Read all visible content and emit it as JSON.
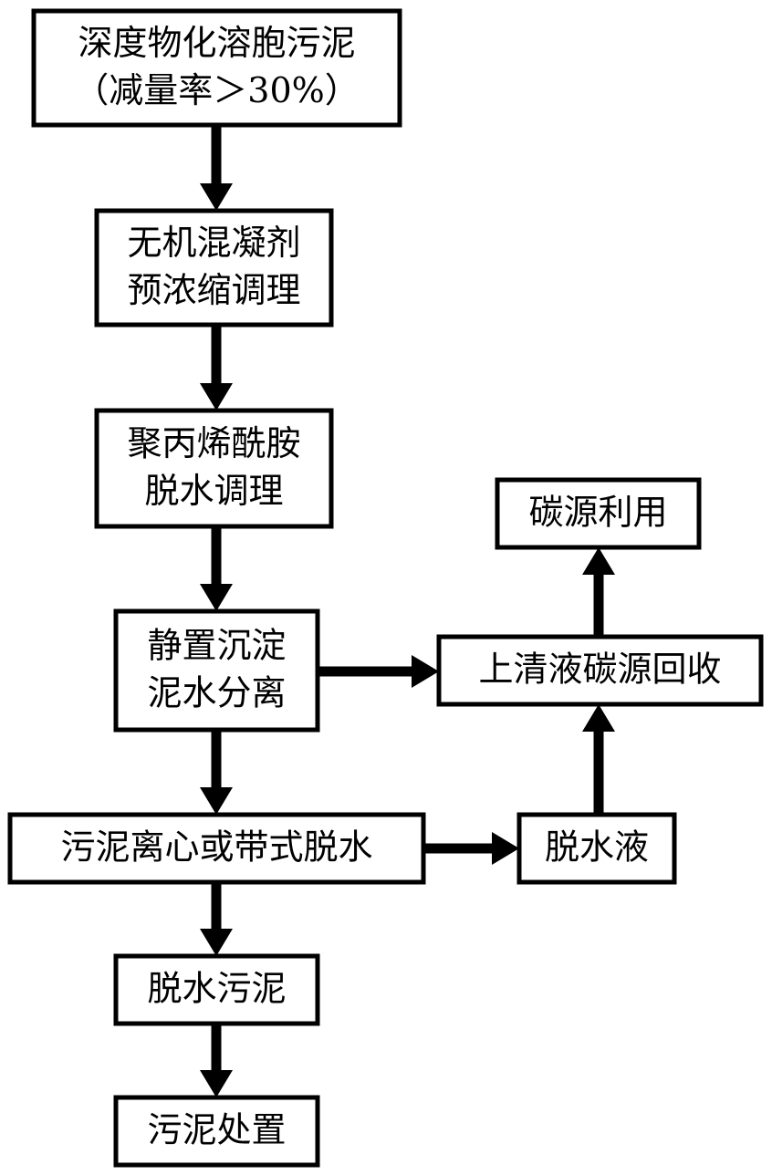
{
  "diagram": {
    "nodes": [
      {
        "id": "n1",
        "lines": [
          "深度物化溶胞污泥",
          "（减量率＞30%）"
        ]
      },
      {
        "id": "n2",
        "lines": [
          "无机混凝剂",
          "预浓缩调理"
        ]
      },
      {
        "id": "n3",
        "lines": [
          "聚丙烯酰胺",
          "脱水调理"
        ]
      },
      {
        "id": "n4",
        "lines": [
          "静置沉淀",
          "泥水分离"
        ]
      },
      {
        "id": "n5",
        "lines": [
          "污泥离心或带式脱水"
        ]
      },
      {
        "id": "n6",
        "lines": [
          "脱水污泥"
        ]
      },
      {
        "id": "n7",
        "lines": [
          "污泥处置"
        ]
      },
      {
        "id": "n8",
        "lines": [
          "上清液碳源回收"
        ]
      },
      {
        "id": "n9",
        "lines": [
          "碳源利用"
        ]
      },
      {
        "id": "n10",
        "lines": [
          "脱水液"
        ]
      }
    ],
    "edges": [
      {
        "from": "n1",
        "to": "n2"
      },
      {
        "from": "n2",
        "to": "n3"
      },
      {
        "from": "n3",
        "to": "n4"
      },
      {
        "from": "n4",
        "to": "n5"
      },
      {
        "from": "n5",
        "to": "n6"
      },
      {
        "from": "n6",
        "to": "n7"
      },
      {
        "from": "n4",
        "to": "n8"
      },
      {
        "from": "n5",
        "to": "n10"
      },
      {
        "from": "n10",
        "to": "n8"
      },
      {
        "from": "n8",
        "to": "n9"
      }
    ],
    "colors": {
      "stroke": "#000000",
      "fill": "#ffffff",
      "text": "#000000"
    }
  }
}
